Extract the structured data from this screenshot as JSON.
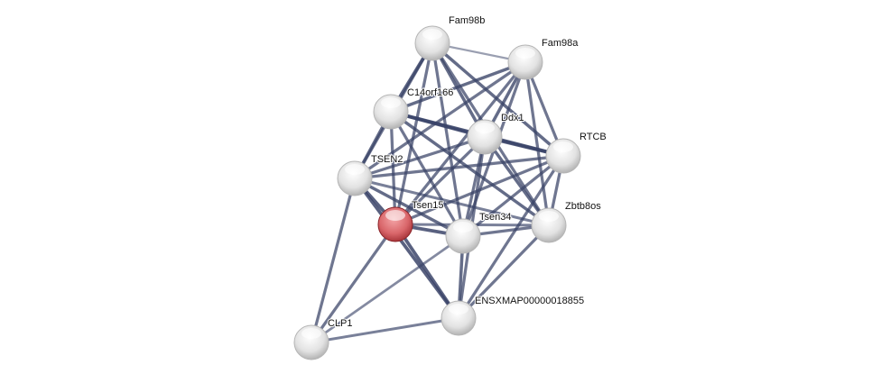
{
  "network": {
    "nodes": [
      {
        "id": "Fam98b",
        "label": "Fam98b",
        "color": "#e8e8e8"
      },
      {
        "id": "Fam98a",
        "label": "Fam98a",
        "color": "#e8e8e8"
      },
      {
        "id": "C14orf166",
        "label": "C14orf166",
        "color": "#e8e8e8"
      },
      {
        "id": "Ddx1",
        "label": "Ddx1",
        "color": "#e8e8e8"
      },
      {
        "id": "RTCB",
        "label": "RTCB",
        "color": "#e8e8e8"
      },
      {
        "id": "TSEN2",
        "label": "TSEN2",
        "color": "#e8e8e8"
      },
      {
        "id": "Tsen15",
        "label": "Tsen15",
        "color": "#d9585c",
        "query": true
      },
      {
        "id": "Tsen34",
        "label": "Tsen34",
        "color": "#e8e8e8"
      },
      {
        "id": "Zbtb8os",
        "label": "Zbtb8os",
        "color": "#e8e8e8"
      },
      {
        "id": "ENSXMAP00000018855",
        "label": "ENSXMAP00000018855",
        "color": "#e8e8e8"
      },
      {
        "id": "CLP1",
        "label": "CLP1",
        "color": "#e8e8e8"
      }
    ],
    "edge_color": "#3a4468",
    "edges": [
      [
        "Fam98b",
        "Fam98a",
        0.3
      ],
      [
        "Fam98b",
        "C14orf166",
        0.9
      ],
      [
        "Fam98b",
        "Ddx1",
        0.8
      ],
      [
        "Fam98b",
        "RTCB",
        0.8
      ],
      [
        "Fam98b",
        "TSEN2",
        0.7
      ],
      [
        "Fam98b",
        "Tsen15",
        0.7
      ],
      [
        "Fam98b",
        "Tsen34",
        0.7
      ],
      [
        "Fam98b",
        "Zbtb8os",
        0.7
      ],
      [
        "Fam98a",
        "C14orf166",
        0.8
      ],
      [
        "Fam98a",
        "Ddx1",
        0.8
      ],
      [
        "Fam98a",
        "RTCB",
        0.7
      ],
      [
        "Fam98a",
        "TSEN2",
        0.7
      ],
      [
        "Fam98a",
        "Tsen15",
        0.7
      ],
      [
        "Fam98a",
        "Tsen34",
        0.7
      ],
      [
        "Fam98a",
        "Zbtb8os",
        0.7
      ],
      [
        "C14orf166",
        "Ddx1",
        0.9
      ],
      [
        "C14orf166",
        "RTCB",
        0.95
      ],
      [
        "C14orf166",
        "TSEN2",
        0.8
      ],
      [
        "C14orf166",
        "Tsen15",
        0.7
      ],
      [
        "C14orf166",
        "Tsen34",
        0.7
      ],
      [
        "C14orf166",
        "Zbtb8os",
        0.8
      ],
      [
        "Ddx1",
        "RTCB",
        0.95
      ],
      [
        "Ddx1",
        "TSEN2",
        0.7
      ],
      [
        "Ddx1",
        "Tsen15",
        0.7
      ],
      [
        "Ddx1",
        "Tsen34",
        0.7
      ],
      [
        "Ddx1",
        "Zbtb8os",
        0.8
      ],
      [
        "Ddx1",
        "ENSXMAP00000018855",
        0.7
      ],
      [
        "RTCB",
        "TSEN2",
        0.7
      ],
      [
        "RTCB",
        "Tsen15",
        0.7
      ],
      [
        "RTCB",
        "Tsen34",
        0.7
      ],
      [
        "RTCB",
        "Zbtb8os",
        0.7
      ],
      [
        "RTCB",
        "ENSXMAP00000018855",
        0.7
      ],
      [
        "TSEN2",
        "Tsen15",
        0.9
      ],
      [
        "TSEN2",
        "Tsen34",
        0.8
      ],
      [
        "TSEN2",
        "Zbtb8os",
        0.6
      ],
      [
        "TSEN2",
        "ENSXMAP00000018855",
        0.9
      ],
      [
        "TSEN2",
        "CLP1",
        0.7
      ],
      [
        "Tsen15",
        "Tsen34",
        0.9
      ],
      [
        "Tsen15",
        "Zbtb8os",
        0.6
      ],
      [
        "Tsen15",
        "ENSXMAP00000018855",
        0.9
      ],
      [
        "Tsen15",
        "CLP1",
        0.7
      ],
      [
        "Tsen34",
        "Zbtb8os",
        0.7
      ],
      [
        "Tsen34",
        "ENSXMAP00000018855",
        0.8
      ],
      [
        "Tsen34",
        "CLP1",
        0.5
      ],
      [
        "Zbtb8os",
        "ENSXMAP00000018855",
        0.7
      ],
      [
        "ENSXMAP00000018855",
        "CLP1",
        0.6
      ]
    ]
  }
}
